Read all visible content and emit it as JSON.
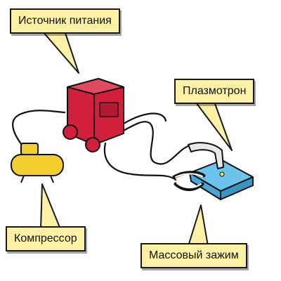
{
  "labels": {
    "power_source": "Источник питания",
    "plasma_torch": "Плазмотрон",
    "compressor": "Компрессор",
    "ground_clamp": "Массовый зажим"
  },
  "colors": {
    "callout_fill": "#fdf1a6",
    "power_source": "#d21f3c",
    "compressor": "#f2cf2f",
    "workpiece": "#6cc3ec",
    "cable": "#111111",
    "torch_tip": "#e8e8e8"
  },
  "icons": {
    "power_source": "power-source-icon",
    "compressor": "compressor-icon",
    "plasma_torch": "plasma-torch-icon",
    "ground_clamp": "ground-clamp-icon",
    "workpiece": "workpiece-icon"
  }
}
